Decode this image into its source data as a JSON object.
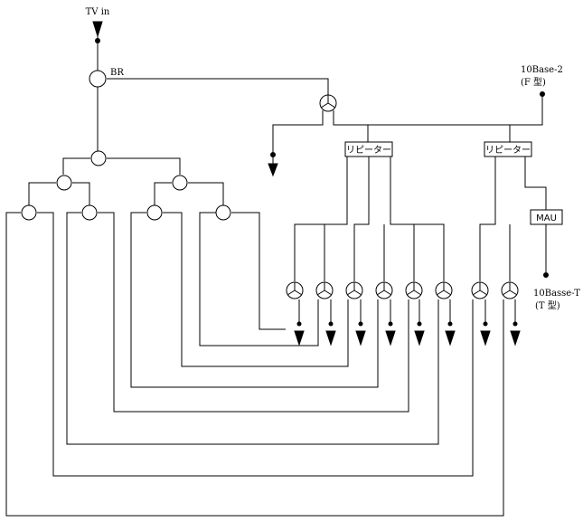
{
  "labels": {
    "tv_in": "TV in",
    "br": "BR",
    "base2_line1": "10Base-2",
    "base2_line2": "(F 型)",
    "repeater": "リピーター",
    "mau": "MAU",
    "baset_line1": "10Basse-T",
    "baset_line2": "(T 型)"
  }
}
